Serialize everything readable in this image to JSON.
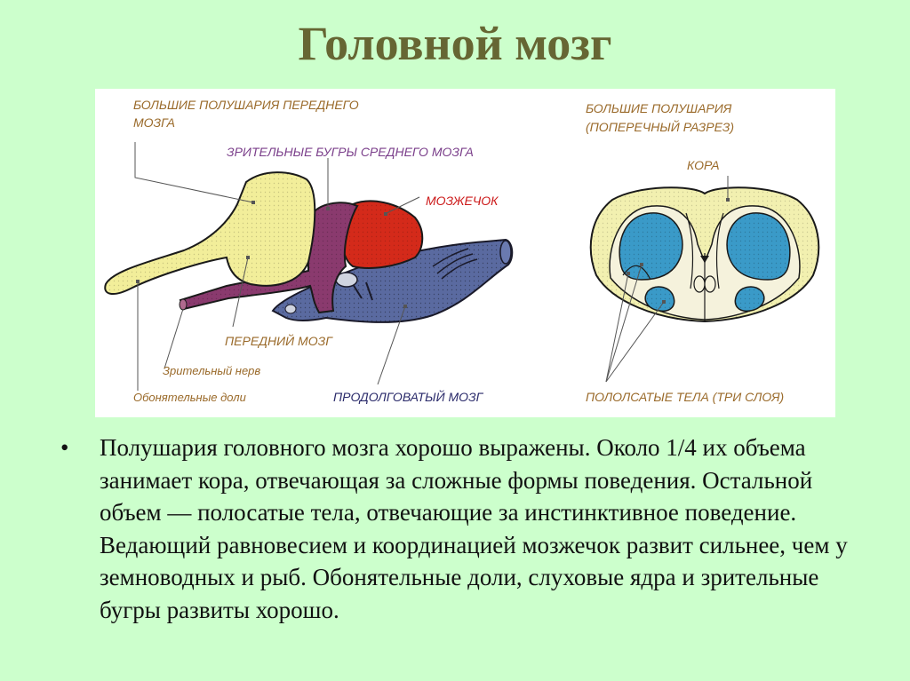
{
  "slide": {
    "title": "Головной мозг",
    "background_color": "#ccffcc",
    "title_color": "#666633"
  },
  "figure": {
    "left_diagram": {
      "labels": {
        "hemispheres_line1": "БОЛЬШИЕ ПОЛУШАРИЯ ПЕРЕДНЕГО",
        "hemispheres_line2": "МОЗГА",
        "optic_lobes": "ЗРИТЕЛЬНЫЕ БУГРЫ СРЕДНЕГО МОЗГА",
        "cerebellum": "МОЗЖЕЧОК",
        "forebrain": "ПЕРЕДНИЙ МОЗГ",
        "optic_nerve": "Зрительный нерв",
        "olfactory_lobes": "Обонятельные доли",
        "medulla": "ПРОДОЛГОВАТЫЙ МОЗГ"
      },
      "colors": {
        "hemispheres": "#f2ee9a",
        "midbrain": "#8a3a6e",
        "cerebellum": "#d42a1a",
        "medulla": "#5a6aa0"
      }
    },
    "right_diagram": {
      "labels": {
        "title_line1": "БОЛЬШИЕ ПОЛУШАРИЯ",
        "title_line2": "(ПОПЕРЕЧНЫЙ  РАЗРЕЗ)",
        "cortex": "КОРА",
        "striatum": "ПОЛОЛСАТЫЕ ТЕЛА (ТРИ СЛОЯ)"
      },
      "colors": {
        "cortex": "#f2f0b0",
        "inner": "#f5f2dc",
        "striatum": "#3a9ac8"
      }
    }
  },
  "body": {
    "bullets": [
      {
        "marker": "•",
        "text": "Полушария головного мозга хорошо выражены. Около 1/4 их объема занимает кора, отвечающая за сложные формы поведения. Остальной объем — полосатые тела, отвечающие за инстинктивное поведение. Ведающий равновесием и координацией мозжечок развит сильнее, чем у земноводных и рыб. Обонятельные доли, слуховые ядра и зрительные бугры развиты хорошо."
      }
    ]
  }
}
